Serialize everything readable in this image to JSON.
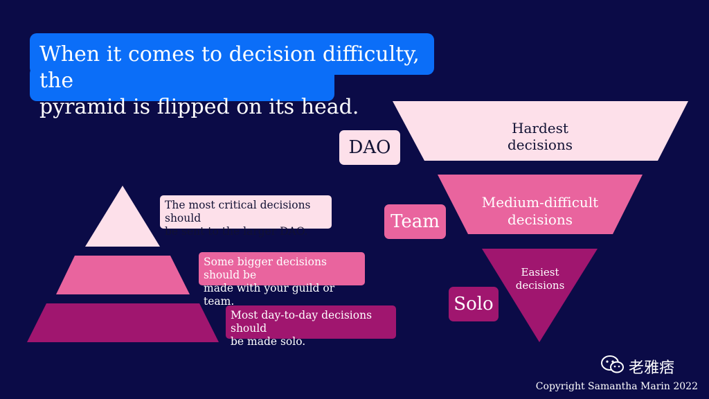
{
  "headline": {
    "line1": "When it comes to decision difficulty, the",
    "line2": "pyramid is flipped on its head."
  },
  "pyramid": {
    "notes": [
      "The most critical decisions should\nbe sent to the larger DAO.",
      "Some bigger decisions should be\nmade with your guild or team.",
      "Most day-to-day decisions should\nbe made solo."
    ]
  },
  "inverted": {
    "tags": [
      "DAO",
      "Team",
      "Solo"
    ],
    "levels": [
      "Hardest\ndecisions",
      "Medium-difficult\ndecisions",
      "Easiest\ndecisions"
    ]
  },
  "colors": {
    "background": "#0b0b47",
    "headline": "#0b6ef8",
    "light_pink": "#fde0ea",
    "mid_pink": "#e9649e",
    "dark_magenta": "#a0166f"
  },
  "watermark": {
    "text": "老雅痞",
    "icon": "wechat-icon"
  },
  "footer": {
    "copyright": "Copyright Samantha Marin 2022"
  }
}
